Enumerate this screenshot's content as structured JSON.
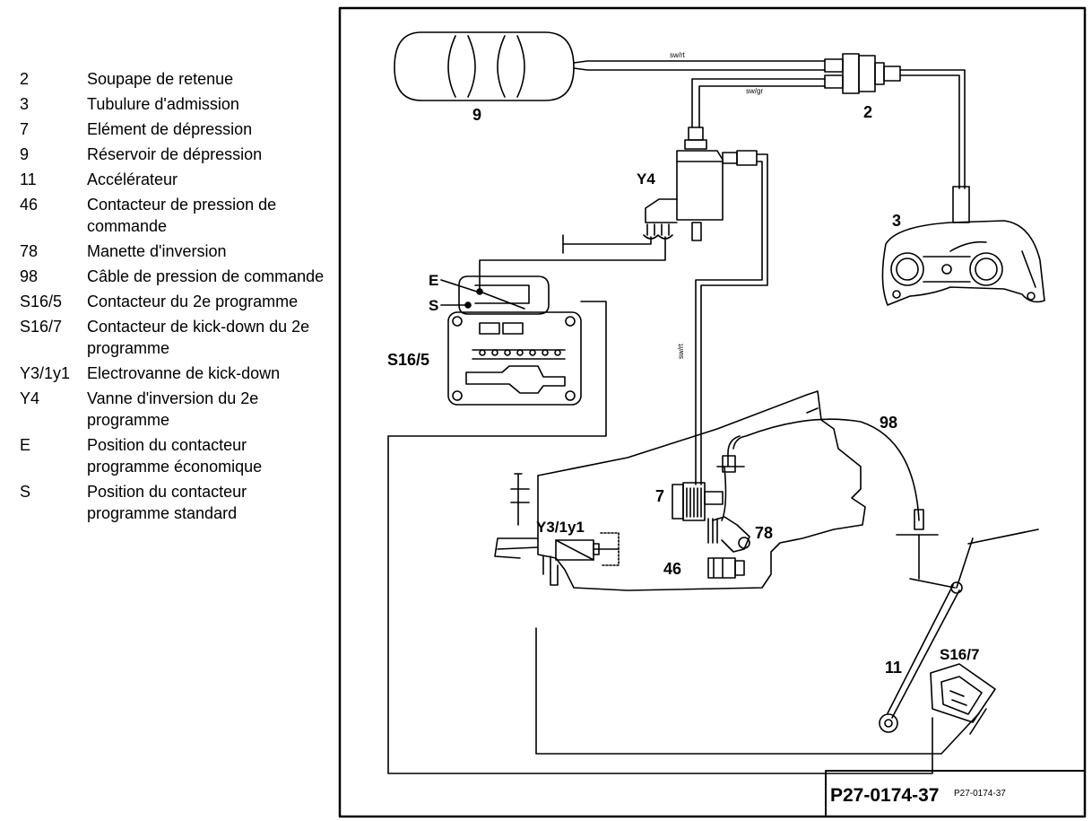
{
  "legend": [
    {
      "code": "2",
      "desc": "Soupape de retenue"
    },
    {
      "code": "3",
      "desc": "Tubulure d'admission"
    },
    {
      "code": "7",
      "desc": "Elément de dépression"
    },
    {
      "code": "9",
      "desc": "Réservoir de dépression"
    },
    {
      "code": "11",
      "desc": "Accélérateur"
    },
    {
      "code": "46",
      "desc": "Contacteur de pression de commande"
    },
    {
      "code": "78",
      "desc": "Manette d'inversion"
    },
    {
      "code": "98",
      "desc": "Câble de pression de commande"
    },
    {
      "code": "S16/5",
      "desc": "Contacteur du 2e programme"
    },
    {
      "code": "S16/7",
      "desc": "Contacteur de kick-down du 2e programme"
    },
    {
      "code": "Y3/1y1",
      "desc": "Electrovanne de kick-down"
    },
    {
      "code": "Y4",
      "desc": "Vanne d'inversion du 2e programme"
    },
    {
      "code": "E",
      "desc": "Position du contacteur programme économique"
    },
    {
      "code": "S",
      "desc": "Position du contacteur programme standard"
    }
  ],
  "labels": {
    "n9": "9",
    "n2": "2",
    "n3": "3",
    "y4": "Y4",
    "e": "E",
    "s": "S",
    "s165": "S16/5",
    "n98": "98",
    "n7": "7",
    "y31": "Y3/1y1",
    "n78": "78",
    "n46": "46",
    "n11": "11",
    "s167": "S16/7"
  },
  "hose_labels": {
    "top": "sw/rt",
    "mid": "sw/gr",
    "vert": "sw/rt"
  },
  "figure_ref": "P27-0174-37",
  "figure_ref_small": "P27-0174-37"
}
